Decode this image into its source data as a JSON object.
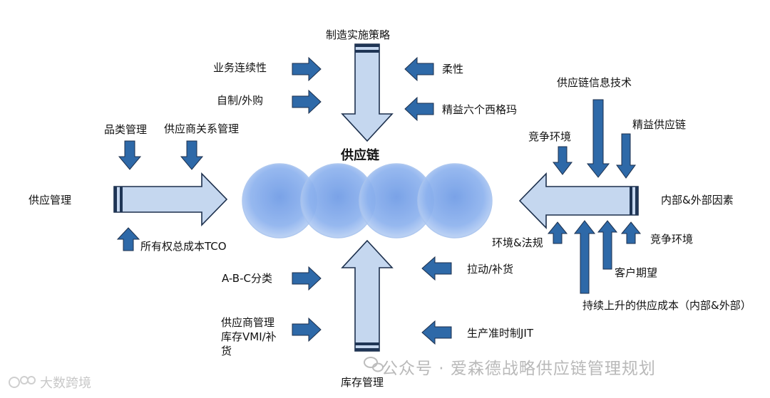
{
  "center_label": "供应链",
  "top": {
    "main": "制造实施策略",
    "left": [
      "业务连续性",
      "自制/外购"
    ],
    "right": [
      "柔性",
      "精益六个西格玛"
    ]
  },
  "left_side": {
    "main": "供应管理",
    "top": [
      "品类管理",
      "供应商关系管理"
    ],
    "bottom": "所有权总成本TCO"
  },
  "right_side": {
    "main": "内部&外部因素",
    "top": [
      "供应链信息技术",
      "竞争环境",
      "精益供应链"
    ],
    "bottom": [
      "环境&法规",
      "竞争环境",
      "客户期望",
      "持续上升的供应成本（内部&外部）"
    ]
  },
  "bottom": {
    "main": "库存管理",
    "left": [
      "A-B-C分类",
      "供应商管理",
      "库存VMI/补",
      "货"
    ],
    "right": [
      "拉动/补货",
      "生产准时制JIT"
    ]
  },
  "watermark": {
    "text": "公众号 · 爱森德战略供应链管理规划",
    "corner": "大数跨境"
  },
  "colors": {
    "arrow_fill": "#c5d7ef",
    "arrow_stroke": "#1c2f4c",
    "arrow_dark": "#1f4e79",
    "circle": "#7ea6e8"
  }
}
